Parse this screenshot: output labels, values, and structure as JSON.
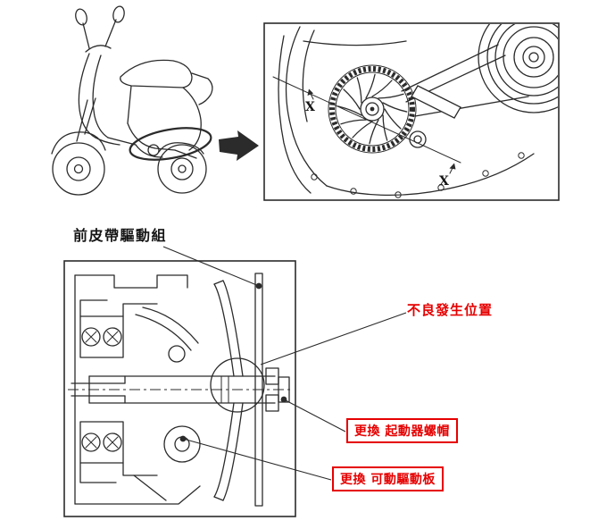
{
  "colors": {
    "background": "#ffffff",
    "line": "#2b2b2b",
    "annotation_red": "#e60000"
  },
  "overview": {
    "section_marker_top": "X",
    "section_marker_bottom": "X"
  },
  "cross_section": {
    "title": "前皮帶驅動組"
  },
  "annotations": {
    "defect_location": "不良發生位置",
    "replace_starter_nut": "更換 起動器螺帽",
    "replace_movable_drive_plate": "更換 可動驅動板"
  }
}
